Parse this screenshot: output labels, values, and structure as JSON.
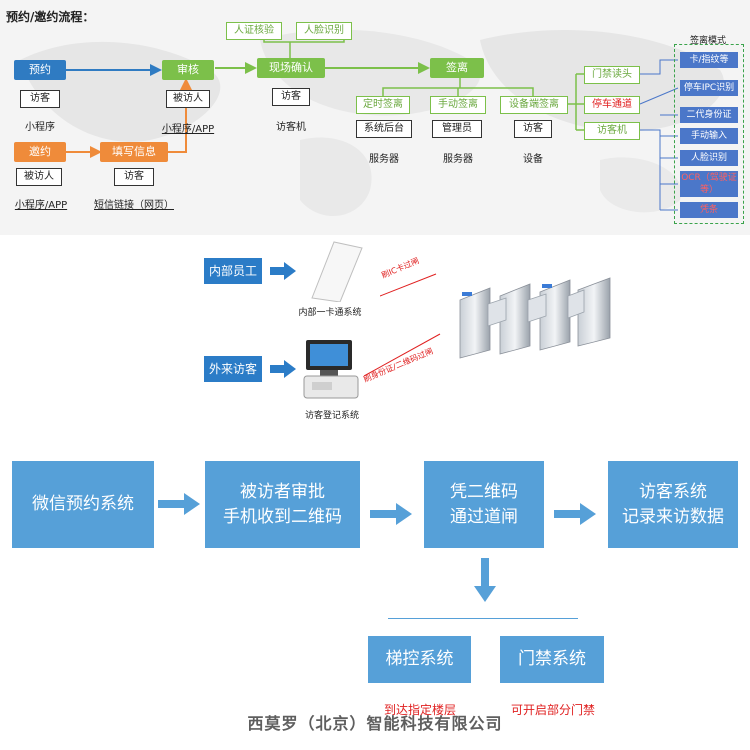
{
  "flow": {
    "title": "预约/邀约流程：",
    "reserve": "预约",
    "invite": "邀约",
    "visitor_box1": "访客",
    "mini_program": "小程序",
    "invitee_box": "被访人",
    "mini_app": "小程序/APP",
    "fill_info": "填写信息",
    "visitor_box2": "访客",
    "sms_link": "短信链接（网页）",
    "review": "审核",
    "invitee_box2": "被访人",
    "mini_app2": "小程序/APP",
    "cert_check": "人证核验",
    "face_recog": "人脸识别",
    "onsite": "现场确认",
    "visitor_box3": "访客",
    "kiosk": "访客机",
    "signout": "签离",
    "timed_signout": "定时签离",
    "manual_signout": "手动签离",
    "device_signout": "设备端签离",
    "sys_backend": "系统后台",
    "admin": "管理员",
    "visitor_box4": "访客",
    "server1": "服务器",
    "server2": "服务器",
    "device": "设备",
    "door_reader": "门禁读头",
    "parking": "停车通道",
    "kiosk2": "访客机",
    "sign_mode_title": "签离模式",
    "modes": [
      "卡/指纹等",
      "停车IPC识别",
      "二代身份证",
      "手动输入",
      "人脸识别",
      "OCR（驾驶证等）",
      "凭条"
    ]
  },
  "gate": {
    "staff": "内部员工",
    "card_system": "内部一卡通系统",
    "ic_label": "刷IC卡过闸",
    "outsider": "外来访客",
    "reg_system": "访客登记系统",
    "id_label": "刷身份证/二维码过闸"
  },
  "process": {
    "step1": "微信预约系统",
    "step2a": "被访者审批",
    "step2b": "手机收到二维码",
    "step3a": "凭二维码",
    "step3b": "通过道闸",
    "step4a": "访客系统",
    "step4b": "记录来访数据",
    "elevator": "梯控系统",
    "access": "门禁系统",
    "elevator_note": "到达指定楼层",
    "access_note": "可开启部分门禁",
    "company": "西莫罗（北京）智能科技有限公司"
  },
  "colors": {
    "blue": "#2f7bc2",
    "orange": "#ef8b3a",
    "green": "#7cc04a",
    "light_blue": "#56a0d8"
  }
}
